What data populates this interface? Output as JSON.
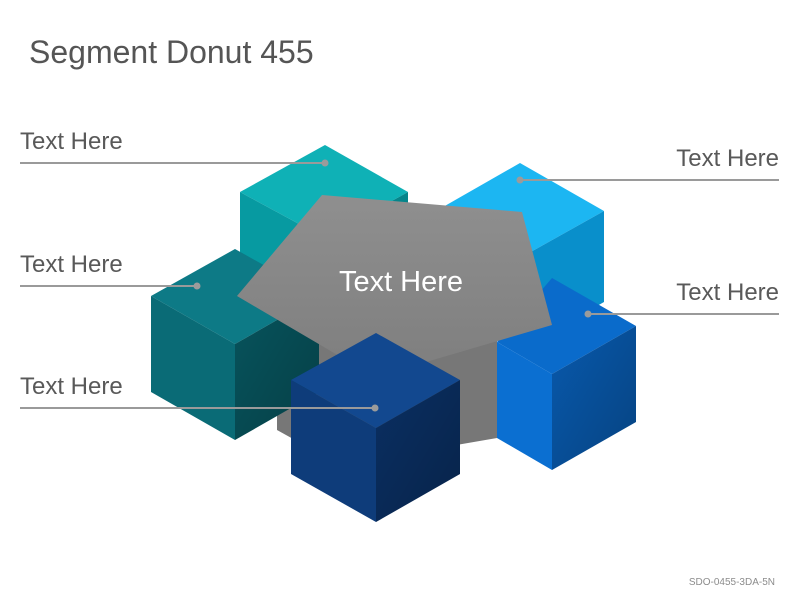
{
  "title": "Segment Donut 455",
  "center_label": "Text Here",
  "labels": {
    "top_left": "Text Here",
    "middle_left": "Text Here",
    "bottom_left": "Text Here",
    "top_right": "Text Here",
    "middle_right": "Text Here"
  },
  "footer_code": "SDO-0455-3DA-5N",
  "colors": {
    "teal": "#08A3AB",
    "sky_blue": "#0DADEF",
    "dark_teal": "#0A6F7C",
    "blue": "#0B73CF",
    "navy": "#0E3F84",
    "pentagon": "#888888",
    "leader_line": "#9a9a9a"
  }
}
